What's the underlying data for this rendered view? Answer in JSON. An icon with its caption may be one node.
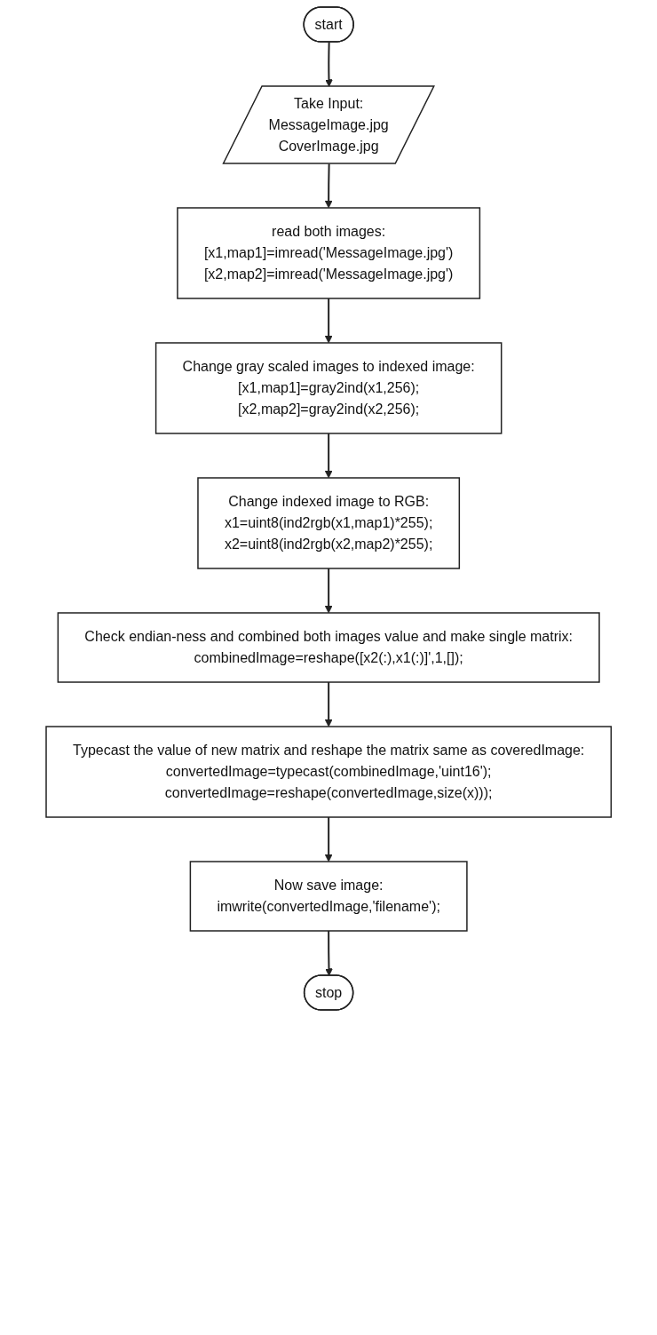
{
  "diagram": {
    "nodes": [
      {
        "text": [
          "start"
        ]
      },
      {
        "text": [
          "Take Input:",
          "MessageImage.jpg",
          "CoverImage.jpg"
        ]
      },
      {
        "text": [
          "read both images:",
          "[x1,map1]=imread('MessageImage.jpg')",
          "[x2,map2]=imread('MessageImage.jpg')"
        ]
      },
      {
        "text": [
          "Change gray scaled images to indexed image:",
          "[x1,map1]=gray2ind(x1,256);",
          "[x2,map2]=gray2ind(x2,256);"
        ]
      },
      {
        "text": [
          "Change indexed image to RGB:",
          "x1=uint8(ind2rgb(x1,map1)*255);",
          "x2=uint8(ind2rgb(x2,map2)*255);"
        ]
      },
      {
        "text": [
          "Check endian-ness and combined both images value and make single matrix:",
          "combinedImage=reshape([x2(:),x1(:)]',1,[]);"
        ]
      },
      {
        "text": [
          "Typecast the value of new matrix and reshape the matrix same as coveredImage:",
          "convertedImage=typecast(combinedImage,'uint16');",
          "convertedImage=reshape(convertedImage,size(x)));"
        ]
      },
      {
        "text": [
          "Now save image:",
          "imwrite(convertedImage,'filename');"
        ]
      },
      {
        "text": [
          "stop"
        ]
      }
    ],
    "edges": [
      {
        "from": 0,
        "to": 1,
        "arrow": "to"
      },
      {
        "from": 1,
        "to": 2,
        "arrow": "to"
      },
      {
        "from": 2,
        "to": 3,
        "arrow": "to"
      },
      {
        "from": 3,
        "to": 4,
        "arrow": "to"
      },
      {
        "from": 4,
        "to": 5,
        "arrow": "to"
      },
      {
        "from": 5,
        "to": 6,
        "arrow": "to"
      },
      {
        "from": 6,
        "to": 7,
        "arrow": "to"
      },
      {
        "from": 7,
        "to": 8,
        "arrow": "to"
      }
    ]
  }
}
